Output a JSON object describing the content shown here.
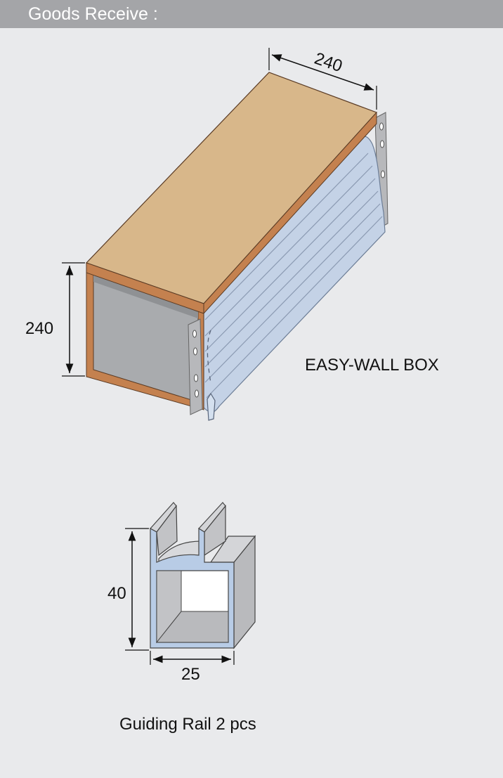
{
  "header": {
    "title": "Goods Receive :"
  },
  "box": {
    "label": "EASY-WALL BOX",
    "dim_width": "240",
    "dim_height": "240"
  },
  "rail": {
    "label": "Guiding Rail 2 pcs",
    "dim_height": "40",
    "dim_width": "25"
  },
  "colors": {
    "header_bg": "#a4a5a8",
    "background": "#e9eaec",
    "wood_top": "#d8b78a",
    "wood_edge": "#c4814f",
    "box_interior": "#a9abae",
    "curtain": "#c4d2e6",
    "rail_blue": "#b8cce6",
    "metal_grey": "#c8c9cc"
  }
}
